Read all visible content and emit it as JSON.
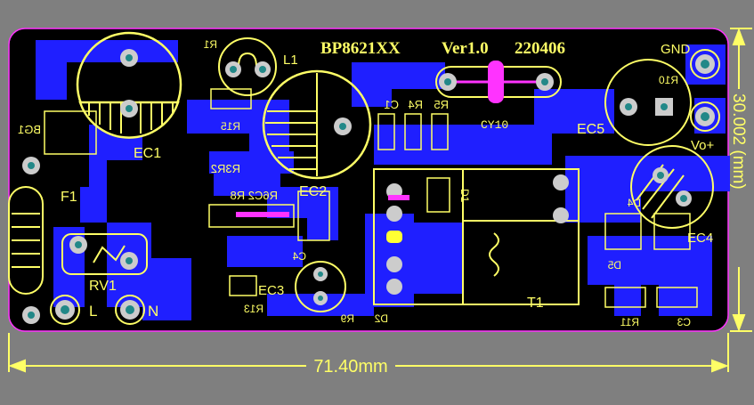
{
  "board": {
    "title": "BP8621XX",
    "version": "Ver1.0",
    "date": "220406",
    "colors": {
      "background": "#7f7f7f",
      "board": "#000000",
      "copper": "#1f1fff",
      "silkscreen": "#ffff66",
      "outline": "#ff33ff",
      "dimension": "#ffff66"
    }
  },
  "dimensions": {
    "width_label": "71.40mm",
    "height_label": "30.002 (mm)"
  },
  "labels": {
    "ec1": "EC1",
    "ec2": "EC2",
    "ec3": "EC3",
    "ec4": "EC4",
    "ec5": "EC5",
    "f1": "F1",
    "rv1": "RV1",
    "l_terminal": "L",
    "n_terminal": "N",
    "l1": "L1",
    "t1": "T1",
    "cy1": "CY10",
    "gnd": "GND",
    "vo": "Vo+",
    "r1": "R1",
    "r15": "R15",
    "bg1": "BG1",
    "r3r2": "R3R2",
    "r6c2r8": "R6C2 R8",
    "c4": "C4",
    "r13": "R13",
    "r9": "R9",
    "d2": "D2",
    "c1": "C1",
    "r4": "R4",
    "r5": "R5",
    "d1": "D1",
    "r10": "R10",
    "d4": "D4",
    "d5": "D5",
    "r11": "R11",
    "c3": "C3"
  }
}
